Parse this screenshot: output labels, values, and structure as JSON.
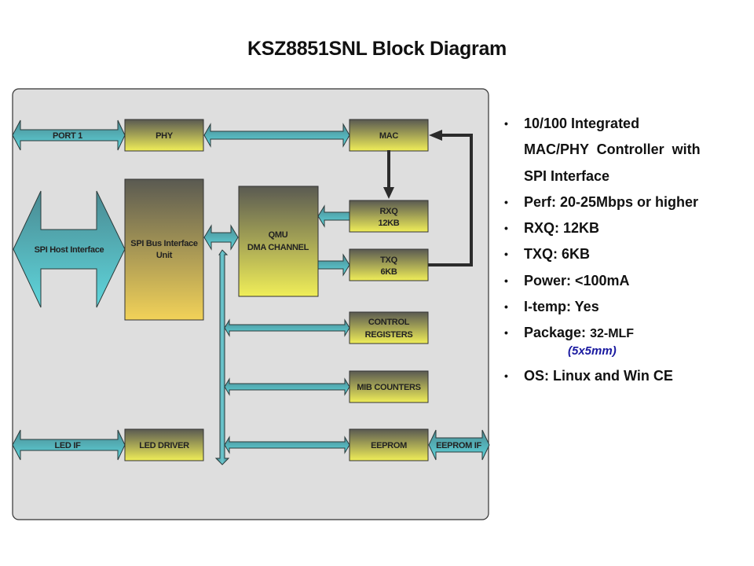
{
  "title": "KSZ8851SNL Block Diagram",
  "colors": {
    "panel_bg": "#dedede",
    "block_top": "#5a5a52",
    "block_bottom": "#f0ee58",
    "arrow_top": "#4a8a92",
    "arrow_bottom": "#5fd6dc",
    "control_line": "#2b2b2b",
    "package_note": "#1a1aa0"
  },
  "diagram": {
    "blocks": {
      "phy": {
        "lines": [
          "PHY"
        ]
      },
      "mac": {
        "lines": [
          "MAC"
        ]
      },
      "spi_bus": {
        "lines": [
          "SPI Bus Interface",
          "Unit"
        ]
      },
      "qmu": {
        "lines": [
          "QMU",
          "DMA CHANNEL"
        ]
      },
      "rxq": {
        "lines": [
          "RXQ",
          "12KB"
        ]
      },
      "txq": {
        "lines": [
          "TXQ",
          "6KB"
        ]
      },
      "control_registers": {
        "lines": [
          "CONTROL",
          "REGISTERS"
        ]
      },
      "mib_counters": {
        "lines": [
          "MIB COUNTERS"
        ]
      },
      "led_driver": {
        "lines": [
          "LED DRIVER"
        ]
      },
      "eeprom": {
        "lines": [
          "EEPROM"
        ]
      }
    },
    "arrows": {
      "port1": "PORT 1",
      "spi_host": "SPI Host Interface",
      "led_if": "LED IF",
      "eeprom_if": "EEPROM IF"
    }
  },
  "bullets": [
    {
      "lines": [
        "10/100 Integrated",
        "MAC/PHY  Controller  with",
        "SPI Interface"
      ]
    },
    {
      "lines": [
        "Perf: 20-25Mbps or higher"
      ]
    },
    {
      "lines": [
        "RXQ: 12KB"
      ]
    },
    {
      "lines": [
        "TXQ: 6KB"
      ]
    },
    {
      "lines": [
        "Power: <100mA"
      ]
    },
    {
      "lines": [
        "I-temp: Yes"
      ]
    },
    {
      "label": "Package: ",
      "value": "32-MLF",
      "note": "(5x5mm)"
    },
    {
      "lines": [
        "OS: Linux and Win CE"
      ]
    }
  ],
  "bullet_glyph": "•"
}
